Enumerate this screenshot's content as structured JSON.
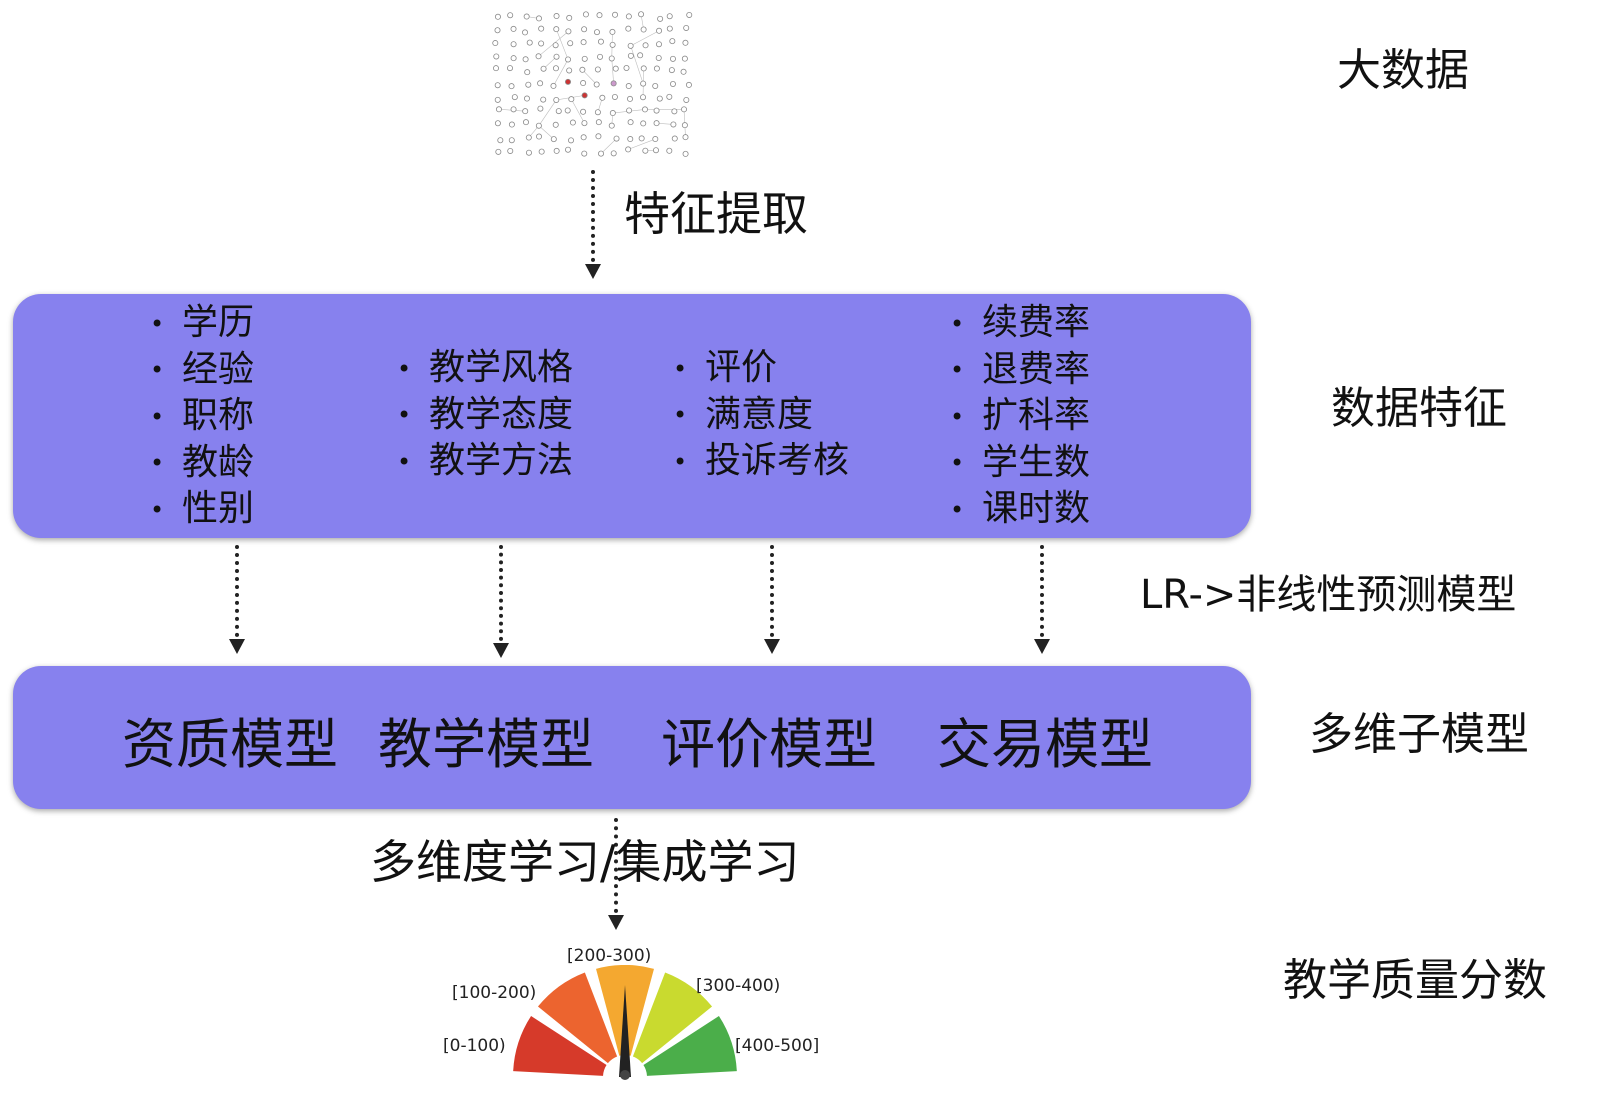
{
  "labels": {
    "big_data": "大数据",
    "data_features": "数据特征",
    "lr_model": "LR->非线性预测模型",
    "multi_submodel": "多维子模型",
    "quality_score": "教学质量分数"
  },
  "steps": {
    "feature_extraction": "特征提取",
    "ensemble_learning": "多维度学习/集成学习"
  },
  "feature_groups": [
    {
      "items": [
        "学历",
        "经验",
        "职称",
        "教龄",
        "性别"
      ]
    },
    {
      "items": [
        "教学风格",
        "教学态度",
        "教学方法"
      ]
    },
    {
      "items": [
        "评价",
        "满意度",
        "投诉考核"
      ]
    },
    {
      "items": [
        "续费率",
        "退费率",
        "扩科率",
        "学生数",
        "课时数"
      ]
    }
  ],
  "submodels": [
    "资质模型",
    "教学模型",
    "评价模型",
    "交易模型"
  ],
  "gauge": {
    "segments": [
      {
        "label": "[0-100)",
        "color": "#d63a2a"
      },
      {
        "label": "[100-200)",
        "color": "#ec642f"
      },
      {
        "label": "[200-300)",
        "color": "#f4a830"
      },
      {
        "label": "[300-400)",
        "color": "#c9da2f"
      },
      {
        "label": "[400-500]",
        "color": "#4bae4a"
      }
    ]
  },
  "colors": {
    "panel": "#8781ee",
    "arrow": "#222222"
  }
}
